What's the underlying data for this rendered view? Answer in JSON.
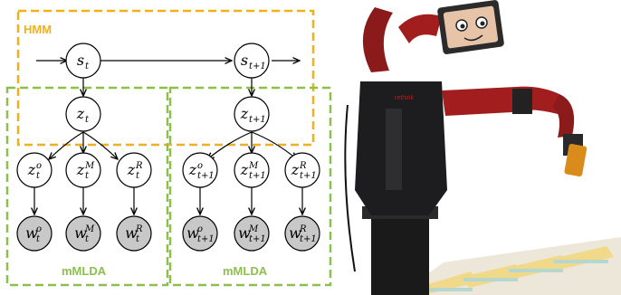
{
  "diagram": {
    "groups": {
      "hmm": {
        "label": "HMM",
        "color": "#f2b01e"
      },
      "mmlda_left": {
        "label": "mMLDA",
        "color": "#8cc04a"
      },
      "mmlda_right": {
        "label": "mMLDA",
        "color": "#8cc04a"
      }
    },
    "nodes": {
      "s_t": {
        "base": "s",
        "sub": "t"
      },
      "s_t1": {
        "base": "s",
        "sub": "t+1"
      },
      "z_t": {
        "base": "z",
        "sub": "t"
      },
      "z_t1": {
        "base": "z",
        "sub": "t+1"
      },
      "zo_t": {
        "base": "z",
        "sup": "o",
        "sub": "t"
      },
      "zm_t": {
        "base": "z",
        "sup": "M",
        "sub": "t"
      },
      "zr_t": {
        "base": "z",
        "sup": "R",
        "sub": "t"
      },
      "zo_t1": {
        "base": "z",
        "sup": "o",
        "sub": "t+1"
      },
      "zm_t1": {
        "base": "z",
        "sup": "M",
        "sub": "t+1"
      },
      "zr_t1": {
        "base": "z",
        "sup": "R",
        "sub": "t+1"
      },
      "wo_t": {
        "base": "w",
        "sup": "o",
        "sub": "t",
        "observed": true
      },
      "wm_t": {
        "base": "w",
        "sup": "M",
        "sub": "t",
        "observed": true
      },
      "wr_t": {
        "base": "w",
        "sup": "R",
        "sub": "t",
        "observed": true
      },
      "wo_t1": {
        "base": "w",
        "sup": "o",
        "sub": "t+1",
        "observed": true
      },
      "wm_t1": {
        "base": "w",
        "sup": "M",
        "sub": "t+1",
        "observed": true
      },
      "wr_t1": {
        "base": "w",
        "sup": "R",
        "sub": "t+1",
        "observed": true
      }
    },
    "observed_fill": "#c8c8c8"
  }
}
